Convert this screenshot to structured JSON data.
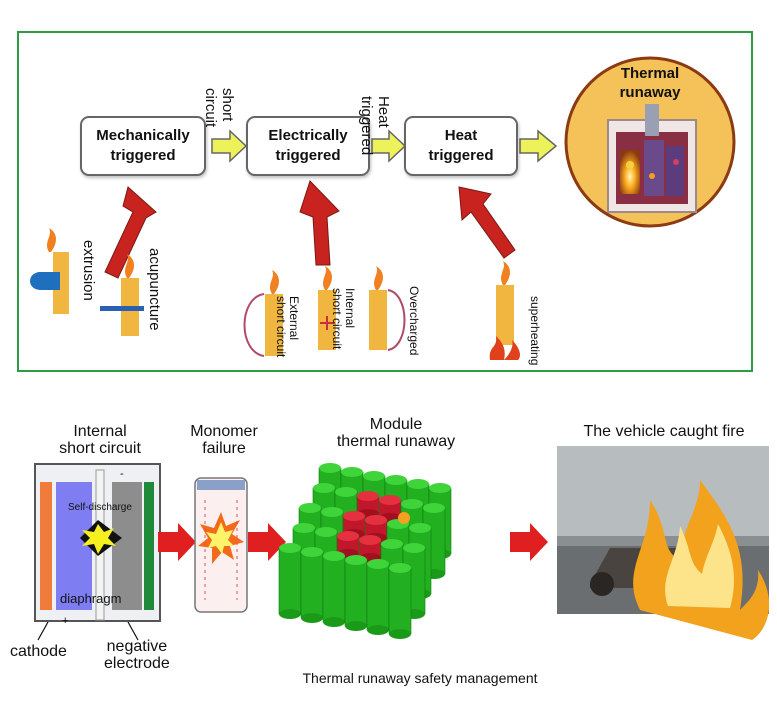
{
  "top_diagram": {
    "stages": [
      "Mechanically\ntriggered",
      "Electrically\ntriggered",
      "Heat\ntriggered"
    ],
    "end_state": "Thermal\nrunaway",
    "transitions": [
      "short\ncircuit",
      "Heat\ntriggered"
    ],
    "causes": {
      "mechanical": [
        "extrusion",
        "acupuncture"
      ],
      "electrical": [
        "External\nshort circuit",
        "Internal\nshort circuit",
        "Overcharged"
      ],
      "heat": [
        "superheating"
      ]
    }
  },
  "bottom_diagram": {
    "steps": [
      "Internal\nshort circuit",
      "Monomer\nfailure",
      "Module\nthermal runaway",
      "The vehicle caught fire"
    ],
    "cell_labels": {
      "self_discharge": "Self-discharge",
      "diaphragm": "diaphragm",
      "cathode": "cathode",
      "negative_electrode": "negative\nelectrode",
      "plus": "+",
      "minus": "-"
    },
    "caption": "Thermal runaway safety management"
  },
  "colors": {
    "frame": "#2e9b45",
    "arrow_red": "#c8231f",
    "arrow_yellow": "#eef25a",
    "runaway_circle": "#f5c25a",
    "cell_green": "#22b021"
  }
}
